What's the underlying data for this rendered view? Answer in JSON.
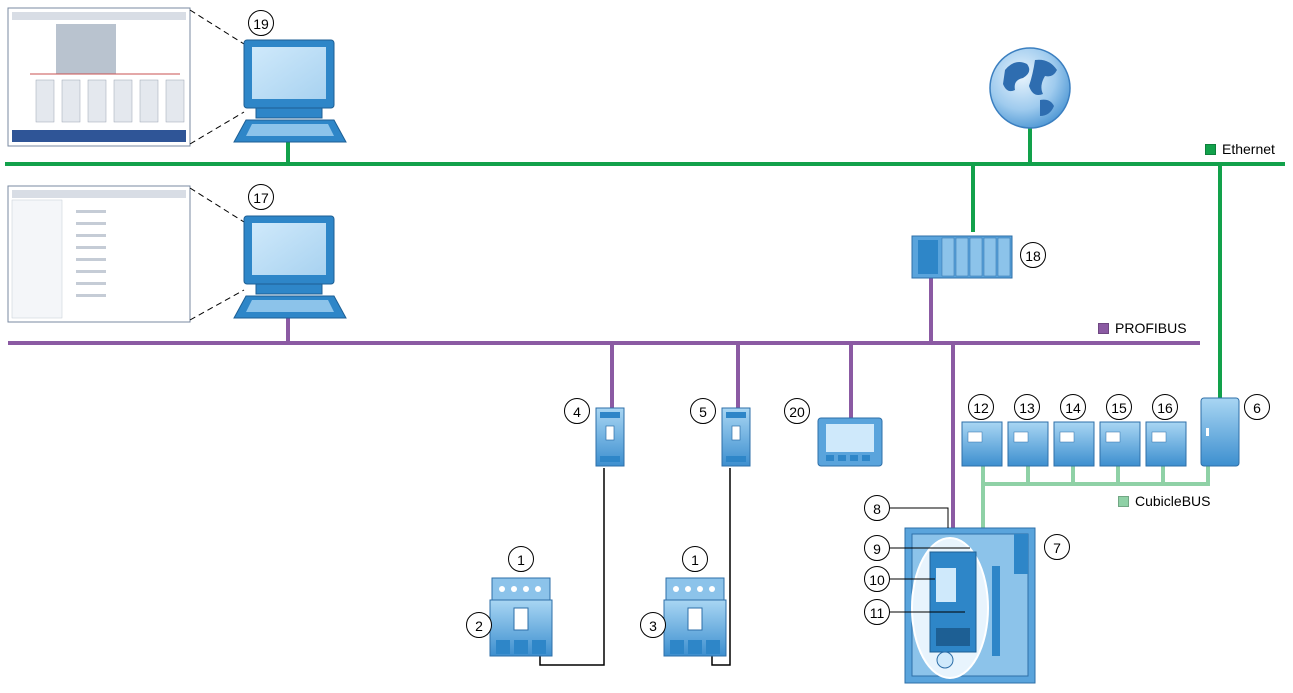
{
  "legend": {
    "ethernet": {
      "label": "Ethernet",
      "color": "#12a14b"
    },
    "profibus": {
      "label": "PROFIBUS",
      "color": "#8b5aa3"
    },
    "cubiclebus": {
      "label": "CubicleBUS",
      "color": "#8fd1a6"
    }
  },
  "callouts": {
    "n1a": "1",
    "n1b": "1",
    "n2": "2",
    "n3": "3",
    "n4": "4",
    "n5": "5",
    "n6": "6",
    "n7": "7",
    "n8": "8",
    "n9": "9",
    "n10": "10",
    "n11": "11",
    "n12": "12",
    "n13": "13",
    "n14": "14",
    "n15": "15",
    "n16": "16",
    "n17": "17",
    "n18": "18",
    "n19": "19",
    "n20": "20"
  },
  "colors": {
    "device_blue": "#2e86c8",
    "device_light": "#8cc3ea",
    "cable_black": "#000000"
  },
  "icons": [
    "computer-icon",
    "globe-icon",
    "plc-icon",
    "io-module-icon",
    "circuit-breaker-icon",
    "display-panel-icon",
    "server-cabinet-icon",
    "switchgear-icon"
  ]
}
